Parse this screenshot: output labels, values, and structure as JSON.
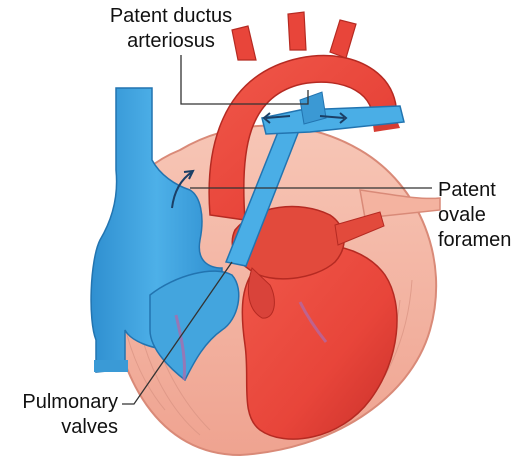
{
  "labels": {
    "ductus": [
      "Patent ductus",
      "arteriosus"
    ],
    "ovale": [
      "Patent",
      "ovale",
      "foramen"
    ],
    "pulmonary": [
      "Pulmonary",
      "valves"
    ]
  },
  "colors": {
    "oxygenated": "#e8453a",
    "deoxygenated": "#3aa0dc",
    "pericardium": "#f4b3a0",
    "leader": "#333333"
  }
}
